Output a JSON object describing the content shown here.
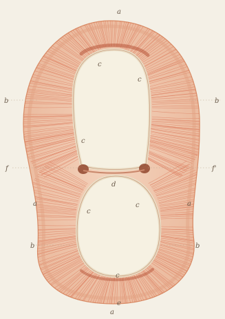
{
  "figure": {
    "labels": {
      "a": "a",
      "b": "b",
      "c": "c",
      "d": "d",
      "e": "e",
      "f": "f",
      "f_prime": "f'"
    }
  },
  "colors": {
    "background": "#f4f0e6",
    "tissue_fill": "#f2c8ae",
    "tissue_outline": "#d88a64",
    "striation": "#d86c4c",
    "lumen_fill": "#f6f1e2",
    "lumen_rim": "#eadfc7",
    "dark_nodes": "#8c3f26"
  }
}
